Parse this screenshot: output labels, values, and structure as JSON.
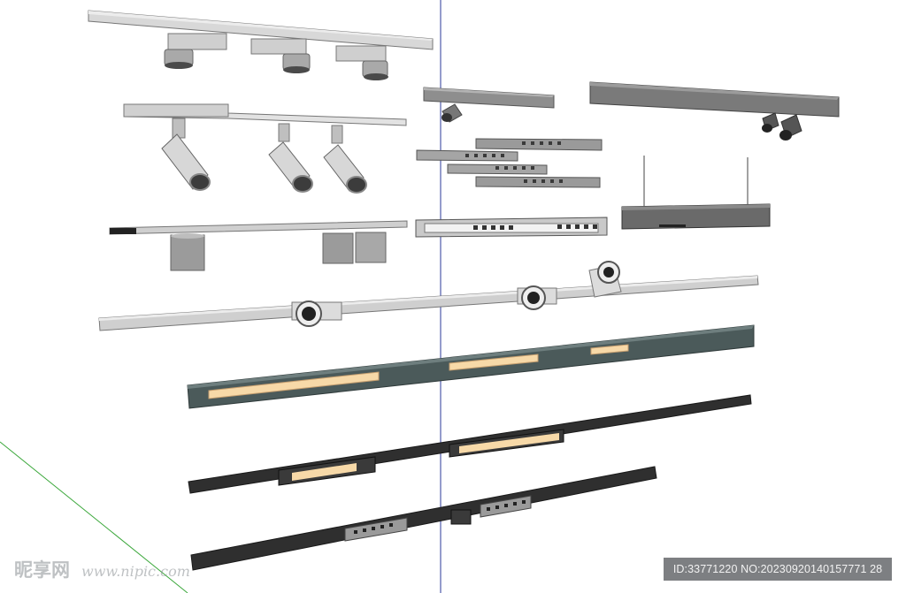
{
  "watermark": {
    "site_name": "昵享网",
    "url": "www.nipic.com"
  },
  "id_badge": {
    "text": "ID:33771220 NO:20230920140157771 28"
  },
  "colors": {
    "background": "#ffffff",
    "blue_axis": "#2b3a9a",
    "green_axis": "#3ca83c",
    "light_track": "#d8d8d8",
    "mid_gray": "#8c8c8c",
    "dark_gray": "#5e5e5e",
    "teal_rail": "#4b5a5a",
    "black_rail": "#2f2f2f",
    "led_strip": "#f7d9a8"
  }
}
